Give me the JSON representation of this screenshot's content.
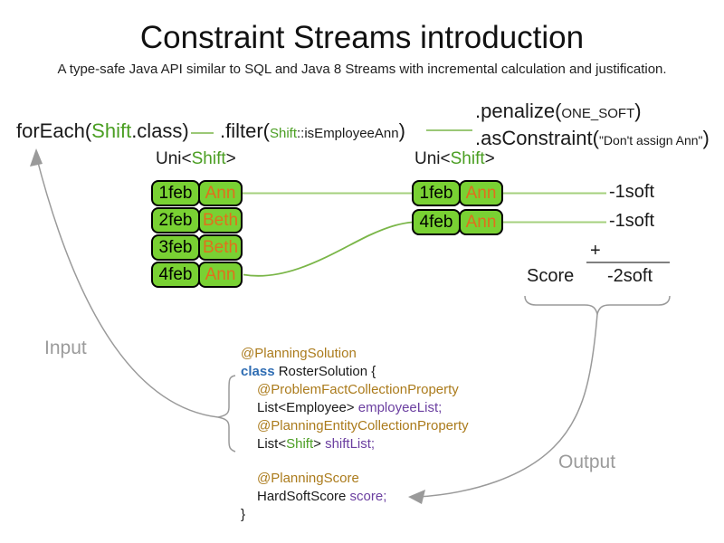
{
  "title": "Constraint Streams introduction",
  "subtitle": "A type-safe Java API similar to SQL and Java 8 Streams with incremental calculation and justification.",
  "flow": {
    "foreach": {
      "pre": "forEach(",
      "type": "Shift",
      "post": ".class)"
    },
    "filter": {
      "pre": ".filter(",
      "arg_type": "Shift",
      "arg_rest": "::isEmployeeAnn",
      "post": ")"
    },
    "penalize": {
      "pre": ".penalize(",
      "arg": "ONE_SOFT",
      "post": ")"
    },
    "as_constraint": {
      "pre": ".asConstraint(",
      "arg": "\"Don't assign Ann\"",
      "post": ")"
    }
  },
  "left_stream": {
    "label": {
      "pre": "Uni<",
      "type": "Shift",
      "post": ">"
    },
    "rows": [
      {
        "date": "1feb",
        "employee": "Ann"
      },
      {
        "date": "2feb",
        "employee": "Beth"
      },
      {
        "date": "3feb",
        "employee": "Beth"
      },
      {
        "date": "4feb",
        "employee": "Ann"
      }
    ]
  },
  "right_stream": {
    "label": {
      "pre": "Uni<",
      "type": "Shift",
      "post": ">"
    },
    "rows": [
      {
        "date": "1feb",
        "employee": "Ann"
      },
      {
        "date": "4feb",
        "employee": "Ann"
      }
    ]
  },
  "scores": {
    "matches": [
      "-1soft",
      "-1soft"
    ],
    "plus": "+",
    "score_label": "Score",
    "total": "-2soft"
  },
  "labels": {
    "input": "Input",
    "output": "Output"
  },
  "code": {
    "l1": {
      "annotation": "@PlanningSolution"
    },
    "l2": {
      "keyword": "class",
      "rest": " RosterSolution {"
    },
    "l3": {
      "annotation": "@ProblemFactCollectionProperty"
    },
    "l4": {
      "type": "List<Employee> ",
      "field": "employeeList;"
    },
    "l5": {
      "annotation": "@PlanningEntityCollectionProperty"
    },
    "l6": {
      "pre": "List<",
      "generic": "Shift",
      "post": "> ",
      "field": "shiftList;"
    },
    "l7": {
      "annotation": "@PlanningScore"
    },
    "l8": {
      "type": "HardSoftScore ",
      "field": "score;"
    },
    "l9": {
      "close": "}"
    }
  },
  "colors": {
    "cell_green": "#79d133",
    "type_green": "#4a9e22",
    "employee_orange": "#e0701d",
    "annotation_gold": "#ab7b1c",
    "keyword_blue": "#2f6db3",
    "field_purple": "#6b3fa0",
    "connector_green": "#a5d07d",
    "arrow_gray": "#9a9a9a"
  }
}
